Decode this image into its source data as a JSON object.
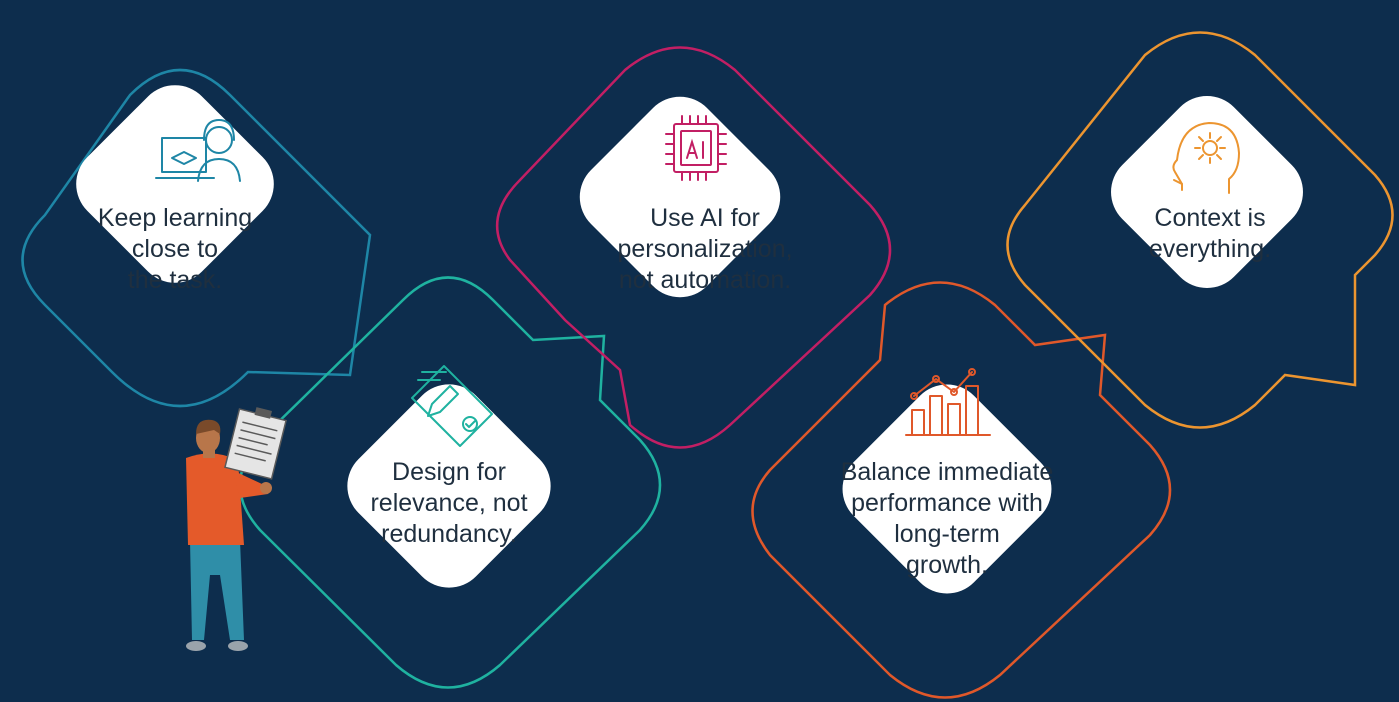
{
  "colors": {
    "background": "#0d2d4d",
    "card": "#ffffff",
    "teal_blue": "#1e86a6",
    "teal_green": "#1fb2a0",
    "magenta": "#c21f64",
    "orange_red": "#e0582a",
    "orange": "#ec9530"
  },
  "cards": [
    {
      "icon": "learner-headset-laptop-icon",
      "lines": [
        "Keep learning",
        "close to",
        "the task."
      ]
    },
    {
      "icon": "design-pencil-document-icon",
      "lines": [
        "Design for",
        "relevance, not",
        "redundancy."
      ]
    },
    {
      "icon": "ai-chip-icon",
      "lines": [
        "Use AI for",
        "personalization,",
        "not automation."
      ]
    },
    {
      "icon": "growth-bar-chart-icon",
      "lines": [
        "Balance immediate",
        "performance with",
        "long-term",
        "growth."
      ]
    },
    {
      "icon": "head-gear-icon",
      "lines": [
        "Context is",
        "everything."
      ]
    }
  ],
  "illustration": {
    "icon": "person-holding-clipboard-icon"
  }
}
